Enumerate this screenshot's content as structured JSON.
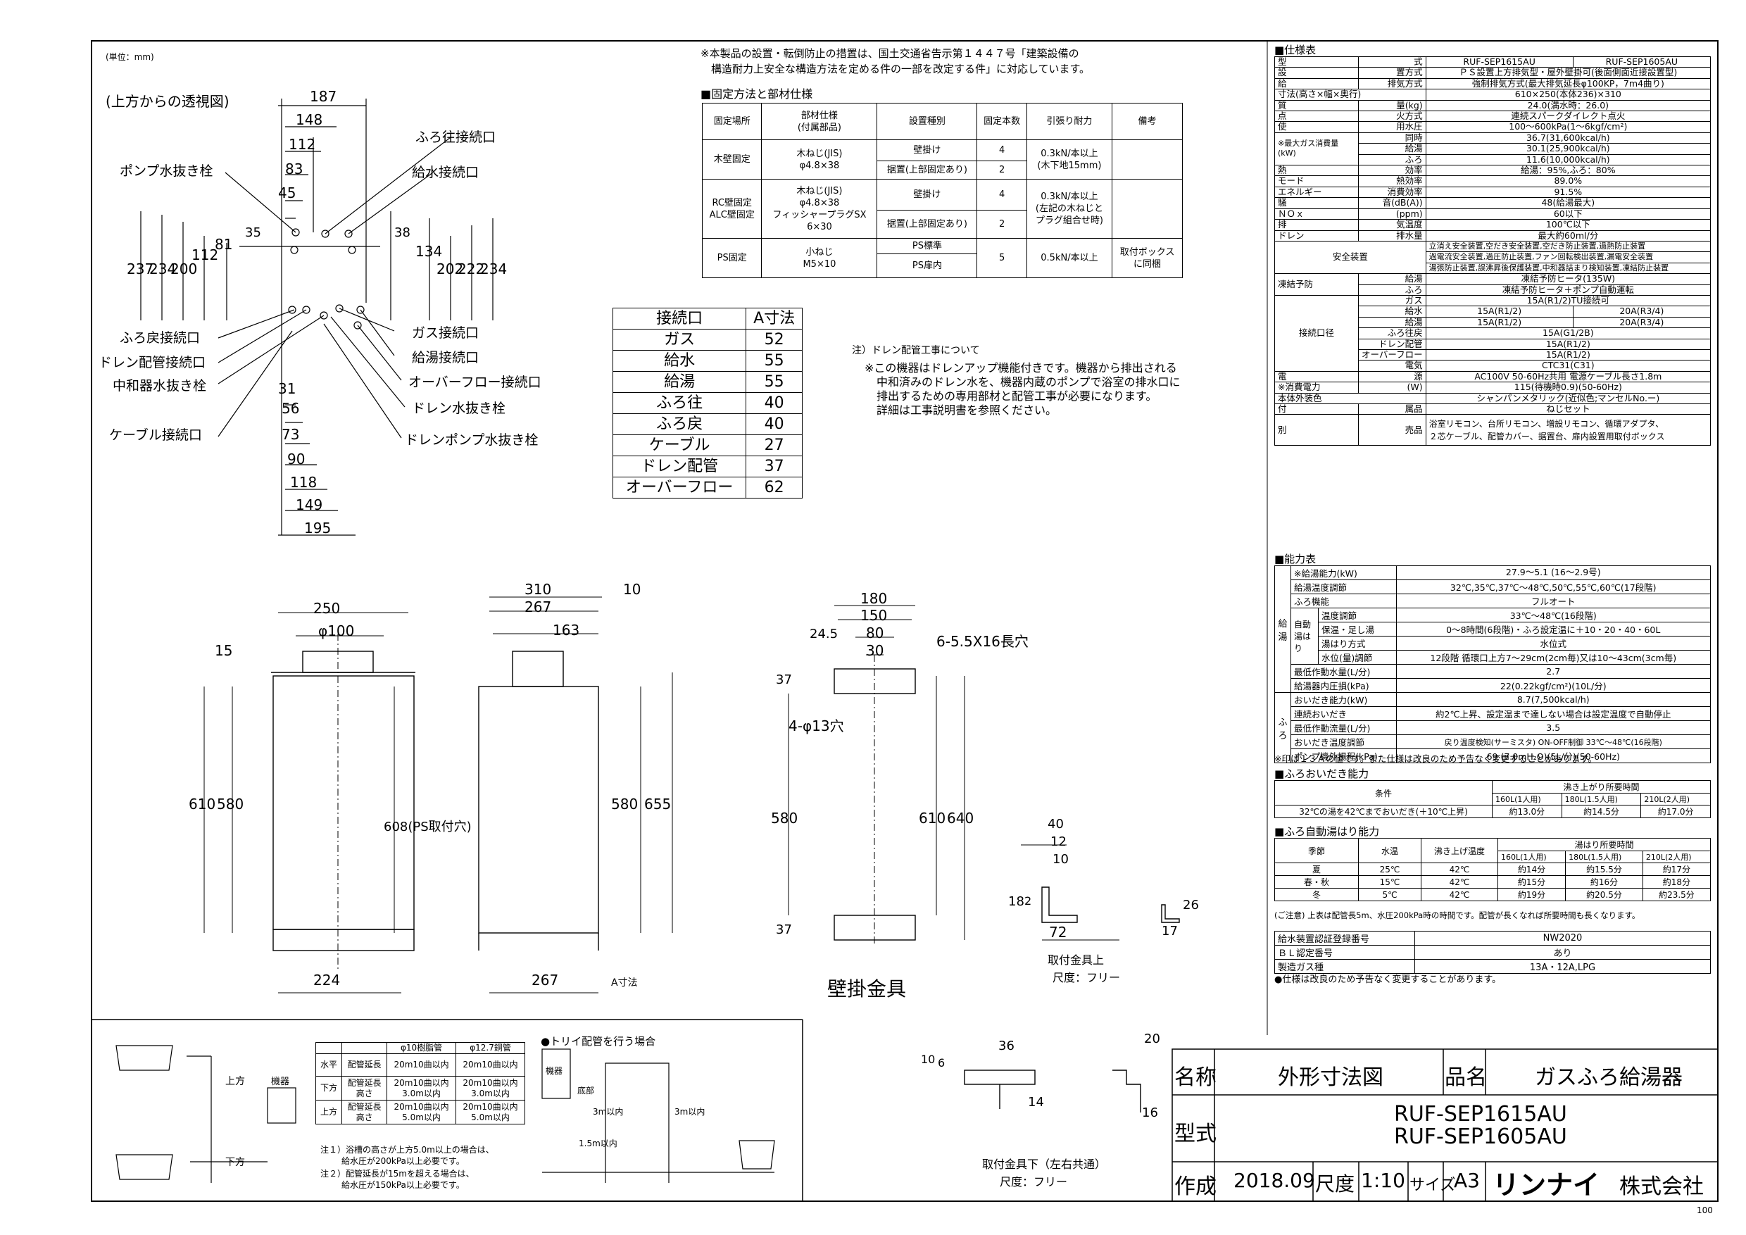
{
  "unit_note": "(単位：mm)",
  "top_view_title": "(上方からの透視図)",
  "top_dims": {
    "h": [
      "187",
      "148",
      "112",
      "83",
      "45",
      "35"
    ],
    "v_left": [
      "237",
      "234",
      "200",
      "112",
      "81"
    ],
    "v_right": [
      "38",
      "134",
      "202",
      "222",
      "234"
    ],
    "b": [
      "31",
      "56",
      "73",
      "90",
      "118",
      "149",
      "195"
    ]
  },
  "top_labels": {
    "left": [
      "ポンプ水抜き栓",
      "ふろ戻接続口",
      "ドレン配管接続口",
      "中和器水抜き栓",
      "ケーブル接続口"
    ],
    "right": [
      "ふろ往接続口",
      "給水接続口",
      "ガス接続口",
      "給湯接続口",
      "オーバーフロー接続口",
      "ドレン水抜き栓",
      "ドレンポンプ水抜き栓"
    ]
  },
  "notice": [
    "※本製品の設置・転倒防止の措置は、国土交通省告示第１４４７号「建築設備の",
    "構造耐力上安全な構造方法を定める件の一部を改定する件」に対応しています。"
  ],
  "fix": {
    "title": "■固定方法と部材仕様",
    "headers": [
      "固定場所",
      "部材仕様\n(付属部品)",
      "設置種別",
      "固定本数",
      "引張り耐力",
      "備考"
    ],
    "rows": [
      [
        "木壁固定",
        "木ねじ(JIS)\nφ4.8×38",
        "壁掛け",
        "4",
        "0.3kN/本以上\n(木下地15mm)",
        ""
      ],
      [
        "",
        "",
        "据置(上部固定あり)",
        "2",
        "",
        ""
      ],
      [
        "RC壁固定\nALC壁固定",
        "木ねじ(JIS)\nφ4.8×38\nフィッシャープラグSX\n6×30",
        "壁掛け",
        "4",
        "0.3kN/本以上\n(左記の木ねじと\nプラグ組合せ時)",
        ""
      ],
      [
        "",
        "",
        "据置(上部固定あり)",
        "2",
        "",
        ""
      ],
      [
        "PS固定",
        "小ねじ\nM5×10",
        "PS標準",
        "",
        "",
        ""
      ],
      [
        "",
        "",
        "PS扉内",
        "5",
        "0.5kN/本以上",
        "取付ボックス\nに同梱"
      ]
    ]
  },
  "adim": {
    "headers": [
      "接続口",
      "A寸法"
    ],
    "rows": [
      [
        "ガス",
        "52"
      ],
      [
        "給水",
        "55"
      ],
      [
        "給湯",
        "55"
      ],
      [
        "ふろ往",
        "40"
      ],
      [
        "ふろ戻",
        "40"
      ],
      [
        "ケーブル",
        "27"
      ],
      [
        "ドレン配管",
        "37"
      ],
      [
        "オーバーフロー",
        "62"
      ]
    ]
  },
  "drain_note": {
    "title": "注）ドレン配管工事について",
    "lines": [
      "※この機器はドレンアップ機能付きです。機器から排出される",
      "中和済みのドレン水を、機器内蔵のポンプで浴室の排水口に",
      "排出するための専用部材と配管工事が必要になります。",
      "詳細は工事説明書を参照ください。"
    ]
  },
  "front_dims": [
    "250",
    "φ100",
    "15",
    "610",
    "580",
    "608(PS取付穴)",
    "224"
  ],
  "side_dims": [
    "310",
    "10",
    "267",
    "163",
    "580",
    "655",
    "267",
    "A寸法"
  ],
  "bracket_dims": [
    "180",
    "150",
    "80",
    "30",
    "24.5",
    "37",
    "6-5.5X16長穴",
    "4-φ13穴",
    "580",
    "610",
    "640",
    "37"
  ],
  "bracket_title": "壁掛金具",
  "upper": {
    "dims": [
      "40",
      "12",
      "10",
      "2",
      "18",
      "72",
      "26",
      "17"
    ],
    "title": "取付金具上",
    "scale": "尺度：フリー"
  },
  "lower": {
    "dims": [
      "36",
      "10",
      "6",
      "14",
      "20",
      "16"
    ],
    "title": "取付金具下（左右共通）",
    "scale": "尺度：フリー"
  },
  "pipe": {
    "headers": [
      "",
      "",
      "φ10樹脂管",
      "φ12.7銅管"
    ],
    "rows": [
      [
        "水平",
        "配管延長",
        "20m10曲以内",
        "20m10曲以内"
      ],
      [
        "下方",
        "配管延長\n高さ",
        "20m10曲以内\n3.0m以内",
        "20m10曲以内\n3.0m以内"
      ],
      [
        "上方",
        "配管延長\n高さ",
        "20m10曲以内\n5.0m以内",
        "20m10曲以内\n5.0m以内"
      ]
    ],
    "notes": [
      "注１）浴槽の高さが上方5.0m以上の場合は、",
      "給水圧が200kPa以上必要です。",
      "注２）配管延長が15mを超える場合は、",
      "給水圧が150kPa以上必要です。"
    ],
    "labels": [
      "上方",
      "下方",
      "機器"
    ]
  },
  "torii": {
    "title": "●トリイ配管を行う場合",
    "labels": [
      "機器",
      "底部",
      "3m以内",
      "1.5m以内",
      "3m以内"
    ]
  },
  "spec": {
    "title": "■仕様表",
    "rows": [
      [
        "型",
        "式",
        "RUF-SEP1615AU",
        "RUF-SEP1605AU"
      ],
      [
        "設",
        "置方式",
        "ＰＳ設置上方排気型・屋外壁掛可(後面側面近接設置型)",
        ""
      ],
      [
        "給",
        "排気方式",
        "強制排気方式(最大排気延長φ100KP，7m4曲り)",
        ""
      ],
      [
        "寸法(高さ×幅×奥行)",
        "",
        "610×250(本体236)×310",
        ""
      ],
      [
        "質",
        "量(kg)",
        "24.0(満水時：26.0)",
        ""
      ],
      [
        "点",
        "火方式",
        "連続スパークダイレクト点火",
        ""
      ],
      [
        "使",
        "用水圧",
        "100～600kPa(1～6kgf/cm²)",
        ""
      ],
      [
        "※最大ガス消費量(kW)",
        "同時",
        "36.7(31,600kcal/h)",
        ""
      ],
      [
        "",
        "給湯",
        "30.1(25,900kcal/h)",
        ""
      ],
      [
        "",
        "ふろ",
        "11.6(10,000kcal/h)",
        ""
      ],
      [
        "熱",
        "効率",
        "給湯：95%,ふろ：80%",
        ""
      ],
      [
        "モード",
        "熱効率",
        "89.0%",
        ""
      ],
      [
        "エネルギー",
        "消費効率",
        "91.5%",
        ""
      ],
      [
        "騒",
        "音(dB(A))",
        "48(給湯最大)",
        ""
      ],
      [
        "ＮＯｘ",
        "(ppm)",
        "60以下",
        ""
      ],
      [
        "排",
        "気温度",
        "100℃以下",
        ""
      ],
      [
        "ドレン",
        "排水量",
        "最大約60ml/分",
        ""
      ],
      [
        "安全装置",
        "",
        "立消え安全装置,空だき安全装置,空だき防止装置,過熱防止装置",
        "過電流安全装置,過圧防止装置,ファン回転検出装置,漏電安全装置",
        "湯張防止装置,誤沸昇後保護装置,中和器詰まり検知装置,凍結防止装置"
      ],
      [
        "凍結予防",
        "給湯",
        "凍結予防ヒータ(135W)",
        ""
      ],
      [
        "",
        "ふろ",
        "凍結予防ヒータ＋ポンプ自動運転",
        ""
      ],
      [
        "接続口径",
        "ガス",
        "15A(R1/2)TU接続可",
        ""
      ],
      [
        "",
        "給水",
        "15A(R1/2)",
        "20A(R3/4)"
      ],
      [
        "",
        "給湯",
        "15A(R1/2)",
        "20A(R3/4)"
      ],
      [
        "",
        "ふろ往戻",
        "15A(G1/2B)",
        ""
      ],
      [
        "",
        "ドレン配管",
        "15A(R1/2)",
        ""
      ],
      [
        "",
        "オーバーフロー",
        "15A(R1/2)",
        ""
      ],
      [
        "",
        "電気",
        "CTC31(C31)",
        ""
      ],
      [
        "電",
        "源",
        "AC100V 50-60Hz共用 電源ケーブル長さ1.8m",
        ""
      ],
      [
        "※消費電力",
        "(W)",
        "115(待機時0.9)(50-60Hz)",
        ""
      ],
      [
        "本体外装色",
        "",
        "シャンパンメタリック(近似色;マンセルNo.ー)",
        ""
      ],
      [
        "付",
        "属品",
        "ねじセット",
        ""
      ],
      [
        "別",
        "売品",
        "浴室リモコン、台所リモコン、増設リモコン、循環アダプタ、",
        "２芯ケーブル、配管カバー、据置台、扉内設置用取付ボックス"
      ]
    ]
  },
  "perf": {
    "title": "■能力表",
    "rows": [
      [
        "※給湯能力(kW)",
        "27.9～5.1 (16～2.9号)"
      ],
      [
        "給湯温度調節",
        "32℃,35℃,37℃～48℃,50℃,55℃,60℃(17段階)"
      ],
      [
        "ふろ機能",
        "フルオート"
      ],
      [
        "温度調節",
        "33℃～48℃(16段階)"
      ],
      [
        "保温・足し湯",
        "0～8時間(6段階)・ふろ設定温に＋10・20・40・60L"
      ],
      [
        "湯はり方式",
        "水位式"
      ],
      [
        "水位(量)調節",
        "12段階 循環口上方7～29cm(2cm毎)又は10～43cm(3cm毎)"
      ],
      [
        "最低作動水量(L/分)",
        "2.7"
      ],
      [
        "給湯器内圧損(kPa)",
        "22(0.22kgf/cm²)(10L/分)"
      ],
      [
        "おいだき能力(kW)",
        "8.7(7,500kcal/h)"
      ],
      [
        "連続おいだき",
        "約2℃上昇、設定温まで達しない場合は設定温度で自動停止"
      ],
      [
        "最低作動流量(L/分)",
        "3.5"
      ],
      [
        "おいだき温度調節",
        "戻り温度検知(サーミスタ) ON-OFF制御 33℃～48℃(16段階)"
      ],
      [
        "ポンプ機外揚程(kPa)",
        "69 (7.0mH₂O)(5L/分)(50-60Hz)"
      ]
    ],
    "side": [
      "給湯",
      "ふろ"
    ],
    "auto": "自動湯はり",
    "note": "※印は１３Ａの値です。また仕様は改良のため予告なく変更することがあります。"
  },
  "reheat": {
    "title": "■ふろおいだき能力",
    "cond": "条件",
    "req": "沸き上がり所要時間",
    "cols": [
      "160L(1人用)",
      "180L(1.5人用)",
      "210L(2人用)"
    ],
    "row": [
      "32℃の湯を42℃までおいだき(＋10℃上昇)",
      "約13.0分",
      "約14.5分",
      "約17.0分"
    ]
  },
  "fill": {
    "title": "■ふろ自動湯はり能力",
    "headers": [
      "季節",
      "水温",
      "沸き上げ温度",
      "湯はり所要時間"
    ],
    "cols": [
      "160L(1人用)",
      "180L(1.5人用)",
      "210L(2人用)"
    ],
    "rows": [
      [
        "夏",
        "25℃",
        "42℃",
        "約14分",
        "約15.5分",
        "約17分"
      ],
      [
        "春・秋",
        "15℃",
        "42℃",
        "約15分",
        "約16分",
        "約18分"
      ],
      [
        "冬",
        "5℃",
        "42℃",
        "約19分",
        "約20.5分",
        "約23.5分"
      ]
    ],
    "note": "(ご注意) 上表は配管長5m、水圧200kPa時の時間です。配管が長くなれば所要時間も長くなります。"
  },
  "cert": [
    [
      "給水装置認証登録番号",
      "NW2020"
    ],
    [
      "ＢＬ認定番号",
      "あり"
    ],
    [
      "製造ガス種",
      "13A・12A,LPG"
    ]
  ],
  "final_note": "●仕様は改良のため予告なく変更することがあります。",
  "title_block": {
    "name_label": "名称",
    "name": "外形寸法図",
    "product_label": "品名",
    "product": "ガスふろ給湯器",
    "model_label": "型式",
    "models": [
      "RUF-SEP1615AU",
      "RUF-SEP1605AU"
    ],
    "made_label": "作成",
    "date": "2018.09",
    "scale_label": "尺度",
    "scale": "1:10",
    "size_label": "サイズ",
    "size": "A3",
    "company": "リンナイ",
    "company_suffix": "株式会社"
  },
  "page_no": "100"
}
